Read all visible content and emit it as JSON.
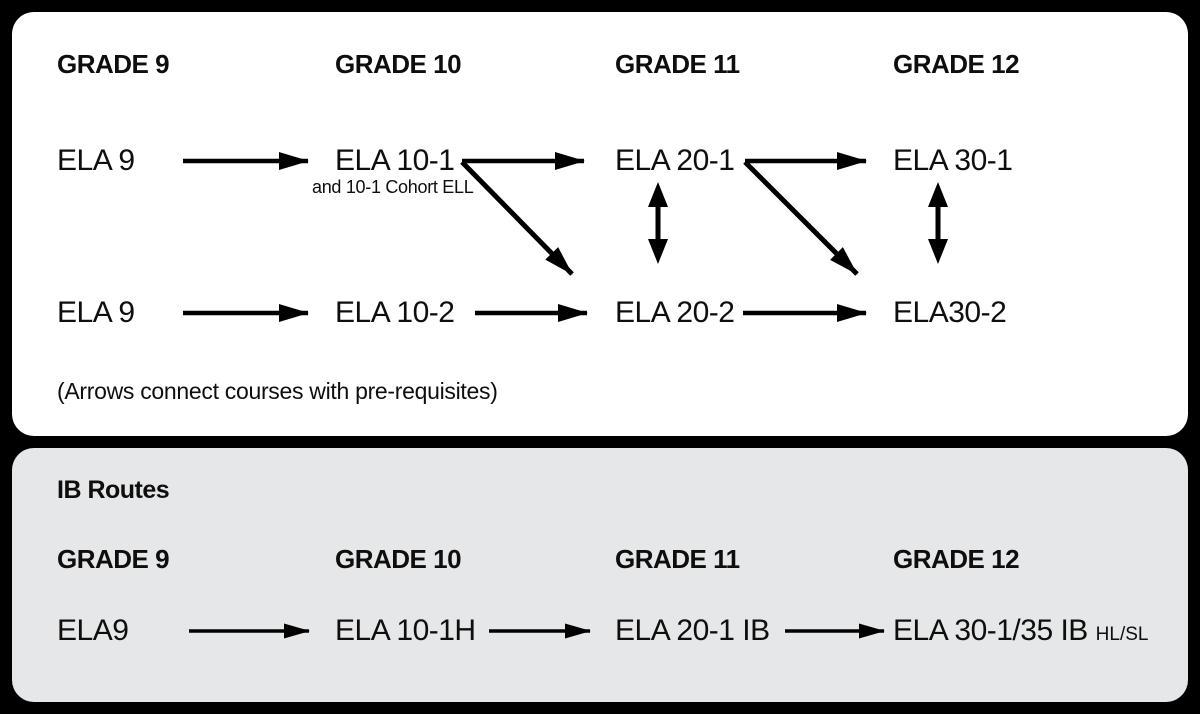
{
  "palette": {
    "background": "#000000",
    "panel_top": "#ffffff",
    "panel_ib": "#e6e7e8",
    "text": "#0e0e0e",
    "arrow": "#000000"
  },
  "main_panel": {
    "grade_headers": [
      "GRADE 9",
      "GRADE 10",
      "GRADE 11",
      "GRADE 12"
    ],
    "row1": {
      "courses": [
        "ELA 9",
        "ELA 10-1",
        "ELA 20-1",
        "ELA 30-1"
      ],
      "note": "and 10-1 Cohort ELL"
    },
    "row2": {
      "courses": [
        "ELA 9",
        "ELA 10-2",
        "ELA 20-2",
        "ELA30-2"
      ]
    },
    "caption": "(Arrows connect courses with pre-requisites)"
  },
  "ib_panel": {
    "title": "IB Routes",
    "grade_headers": [
      "GRADE 9",
      "GRADE 10",
      "GRADE 11",
      "GRADE 12"
    ],
    "courses": [
      "ELA9",
      "ELA 10-1H",
      "ELA 20-1 IB",
      "ELA 30-1/35 IB"
    ],
    "course4_suffix": "HL/SL"
  }
}
